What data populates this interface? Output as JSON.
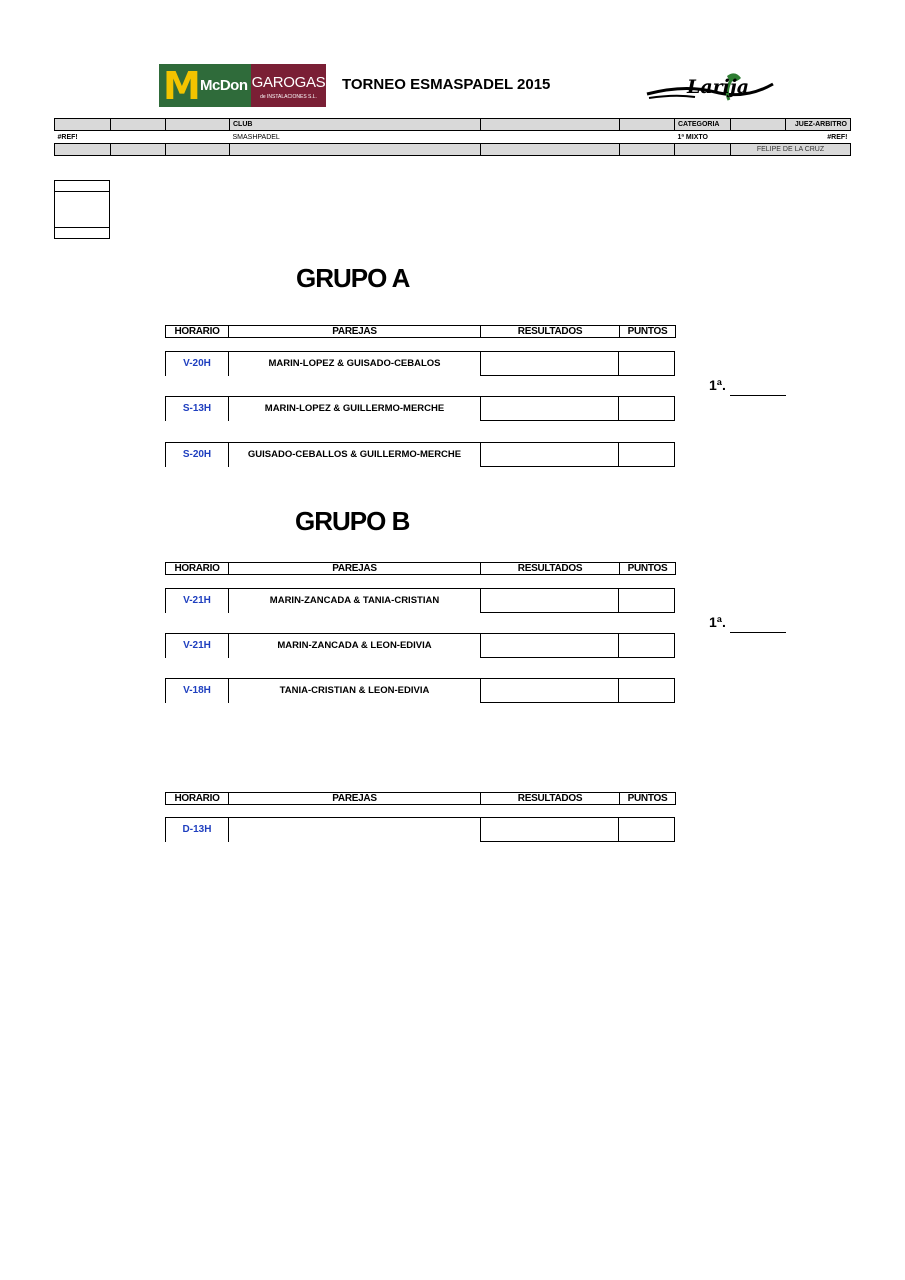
{
  "header": {
    "title": "TORNEO ESMASPADEL 2015",
    "sponsor_logo": {
      "mc": "McDon",
      "garogas": "GAROGAS",
      "garogas_sub": "de INSTALACIONES S.L.",
      "arch_glyph": "M"
    },
    "club_logo": {
      "text": "Larija"
    }
  },
  "info_grid": {
    "club_label": "CLUB",
    "categoria_label": "CATEGORIA",
    "juez_label": "JUEZ-ARBITRO",
    "ref_left": "#REF!",
    "club_value": "SMASHPADEL",
    "categoria_value": "1ª MIXTO",
    "ref_right": "#REF!",
    "juez_value": "FELIPE DE LA CRUZ"
  },
  "columns": {
    "horario": "HORARIO",
    "parejas": "PAREJAS",
    "resultados": "RESULTADOS",
    "puntos": "PUNTOS"
  },
  "grupo_a": {
    "title": "GRUPO A",
    "matches": [
      {
        "time": "V-20H",
        "pair": "MARIN-LOPEZ & GUISADO-CEBALOS"
      },
      {
        "time": "S-13H",
        "pair": "MARIN-LOPEZ & GUILLERMO-MERCHE"
      },
      {
        "time": "S-20H",
        "pair": "GUISADO-CEBALLOS & GUILLERMO-MERCHE"
      }
    ],
    "place_label": "1ª."
  },
  "grupo_b": {
    "title": "GRUPO B",
    "matches": [
      {
        "time": "V-21H",
        "pair": "MARIN-ZANCADA & TANIA-CRISTIAN"
      },
      {
        "time": "V-21H",
        "pair": "MARIN-ZANCADA & LEON-EDIVIA"
      },
      {
        "time": "V-18H",
        "pair": "TANIA-CRISTIAN & LEON-EDIVIA"
      }
    ],
    "place_label": "1ª."
  },
  "final": {
    "matches": [
      {
        "time": "D-13H",
        "pair": ""
      }
    ]
  }
}
